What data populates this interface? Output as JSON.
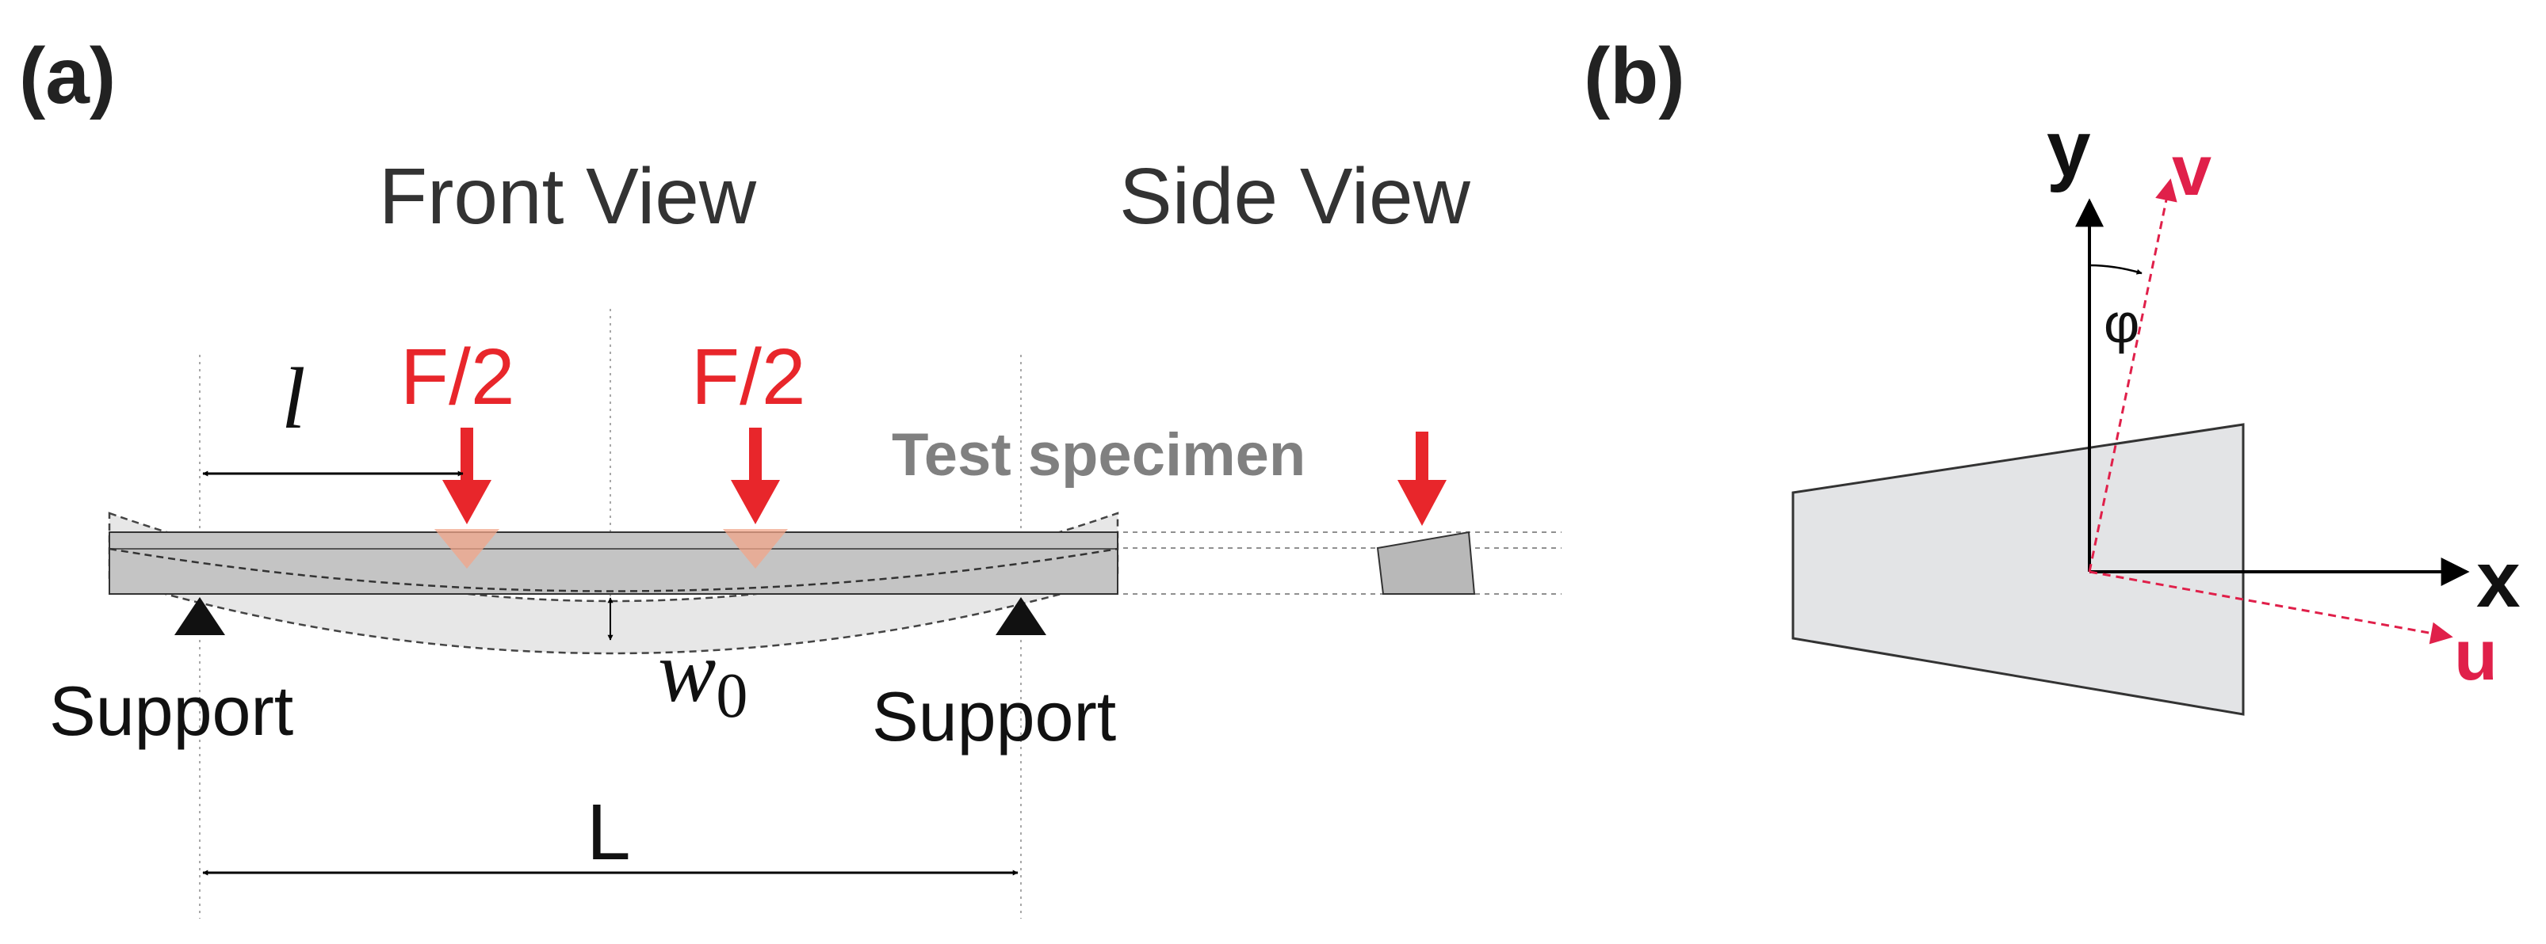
{
  "panel_a": {
    "label": "(a)",
    "front_view_title": "Front View",
    "side_view_title": "Side View",
    "dim_l": "l",
    "force_left": "F/2",
    "force_right": "F/2",
    "test_specimen": "Test specimen",
    "w0_symbol": "w",
    "w0_subscript": "0",
    "support_left": "Support",
    "support_right": "Support",
    "dim_L": "L"
  },
  "panel_b": {
    "label": "(b)",
    "axis_y": "y",
    "axis_x": "x",
    "axis_v": "v",
    "axis_u": "u",
    "angle": "φ"
  },
  "colors": {
    "force_red": "#e8262b",
    "axis_red": "#e0204a",
    "beam_gray": "#c4c4c4",
    "label_gray": "#808080"
  }
}
